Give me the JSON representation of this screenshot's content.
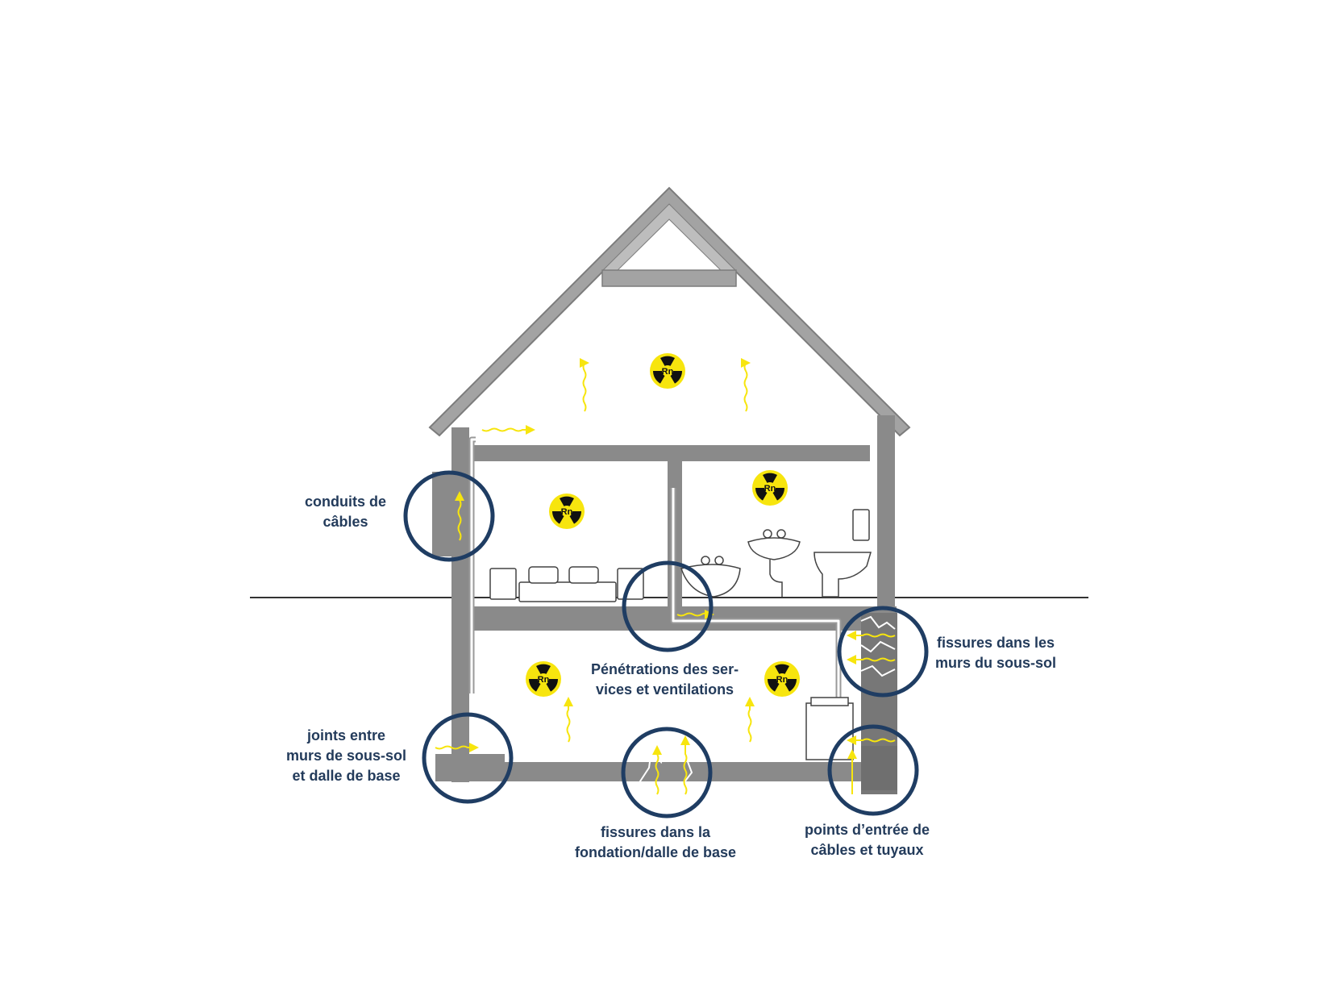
{
  "symbol": {
    "text": "Rn",
    "color": "#f7e50e"
  },
  "colors": {
    "wall": "#8a8a8a",
    "wall_dark": "#6f6f6f",
    "roof_outline": "#9b9b9b",
    "circle": "#1f3d63",
    "label_text": "#233b5b",
    "radon_flow": "#f7e50e",
    "ground_line": "#333333"
  },
  "labels": {
    "conduits": [
      "conduits de",
      "câbles"
    ],
    "fissures_murs": [
      "fissures dans les",
      "murs du sous-sol"
    ],
    "penetrations": [
      "Pénétrations des ser-",
      "vices et ventilations"
    ],
    "joints": [
      "joints entre",
      "murs de sous-sol",
      "et dalle de base"
    ],
    "fissures_fondation": [
      "fissures dans la",
      "fondation/dalle de base"
    ],
    "points_entree": [
      "points d’entrée de",
      "câbles et tuyaux"
    ]
  },
  "icons": {
    "radon": "radiation-trefoil-icon",
    "flow": "wavy-arrow-icon",
    "focus": "circle-highlight-icon"
  }
}
